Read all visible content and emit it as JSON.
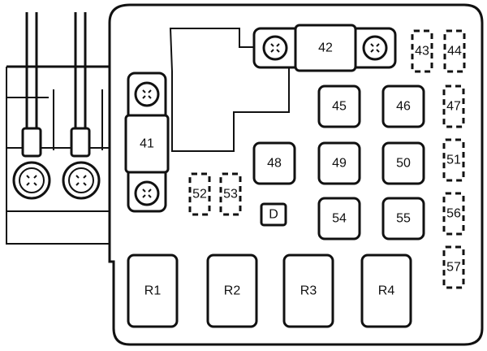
{
  "fuses": {
    "f41": "41",
    "f42": "42",
    "f43": "43",
    "f44": "44",
    "f45": "45",
    "f46": "46",
    "f47": "47",
    "f48": "48",
    "f49": "49",
    "f50": "50",
    "f51": "51",
    "f52": "52",
    "f53": "53",
    "f54": "54",
    "f55": "55",
    "f56": "56",
    "f57": "57"
  },
  "diode": "D",
  "relays": {
    "r1": "R1",
    "r2": "R2",
    "r3": "R3",
    "r4": "R4"
  }
}
